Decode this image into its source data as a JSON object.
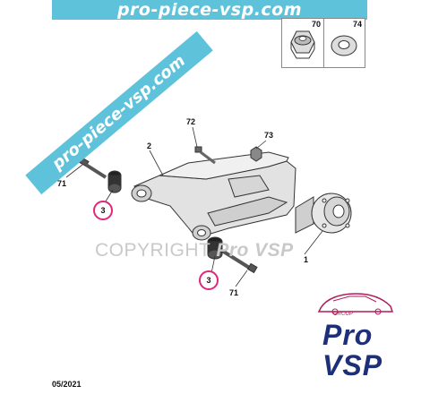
{
  "watermarks": {
    "banner": "pro-piece-vsp.com",
    "diagonal": "pro-piece-vsp.com",
    "copyright": "COPYRIGHT",
    "copyright_brand": "Pro VSP"
  },
  "inset": {
    "left_number": "70",
    "right_number": "74"
  },
  "callouts": {
    "c72": "72",
    "c73": "73",
    "c2": "2",
    "c71_top": "71",
    "c71_bottom": "71",
    "c1": "1",
    "c3_top": "3",
    "c3_bottom": "3"
  },
  "logo": {
    "group": "GROUP",
    "pro": "Pro",
    "vsp": "VSP"
  },
  "date": "05/2021",
  "colors": {
    "accent": "#5ec3da",
    "highlight": "#e0287a",
    "brand": "#1e2f7a"
  }
}
